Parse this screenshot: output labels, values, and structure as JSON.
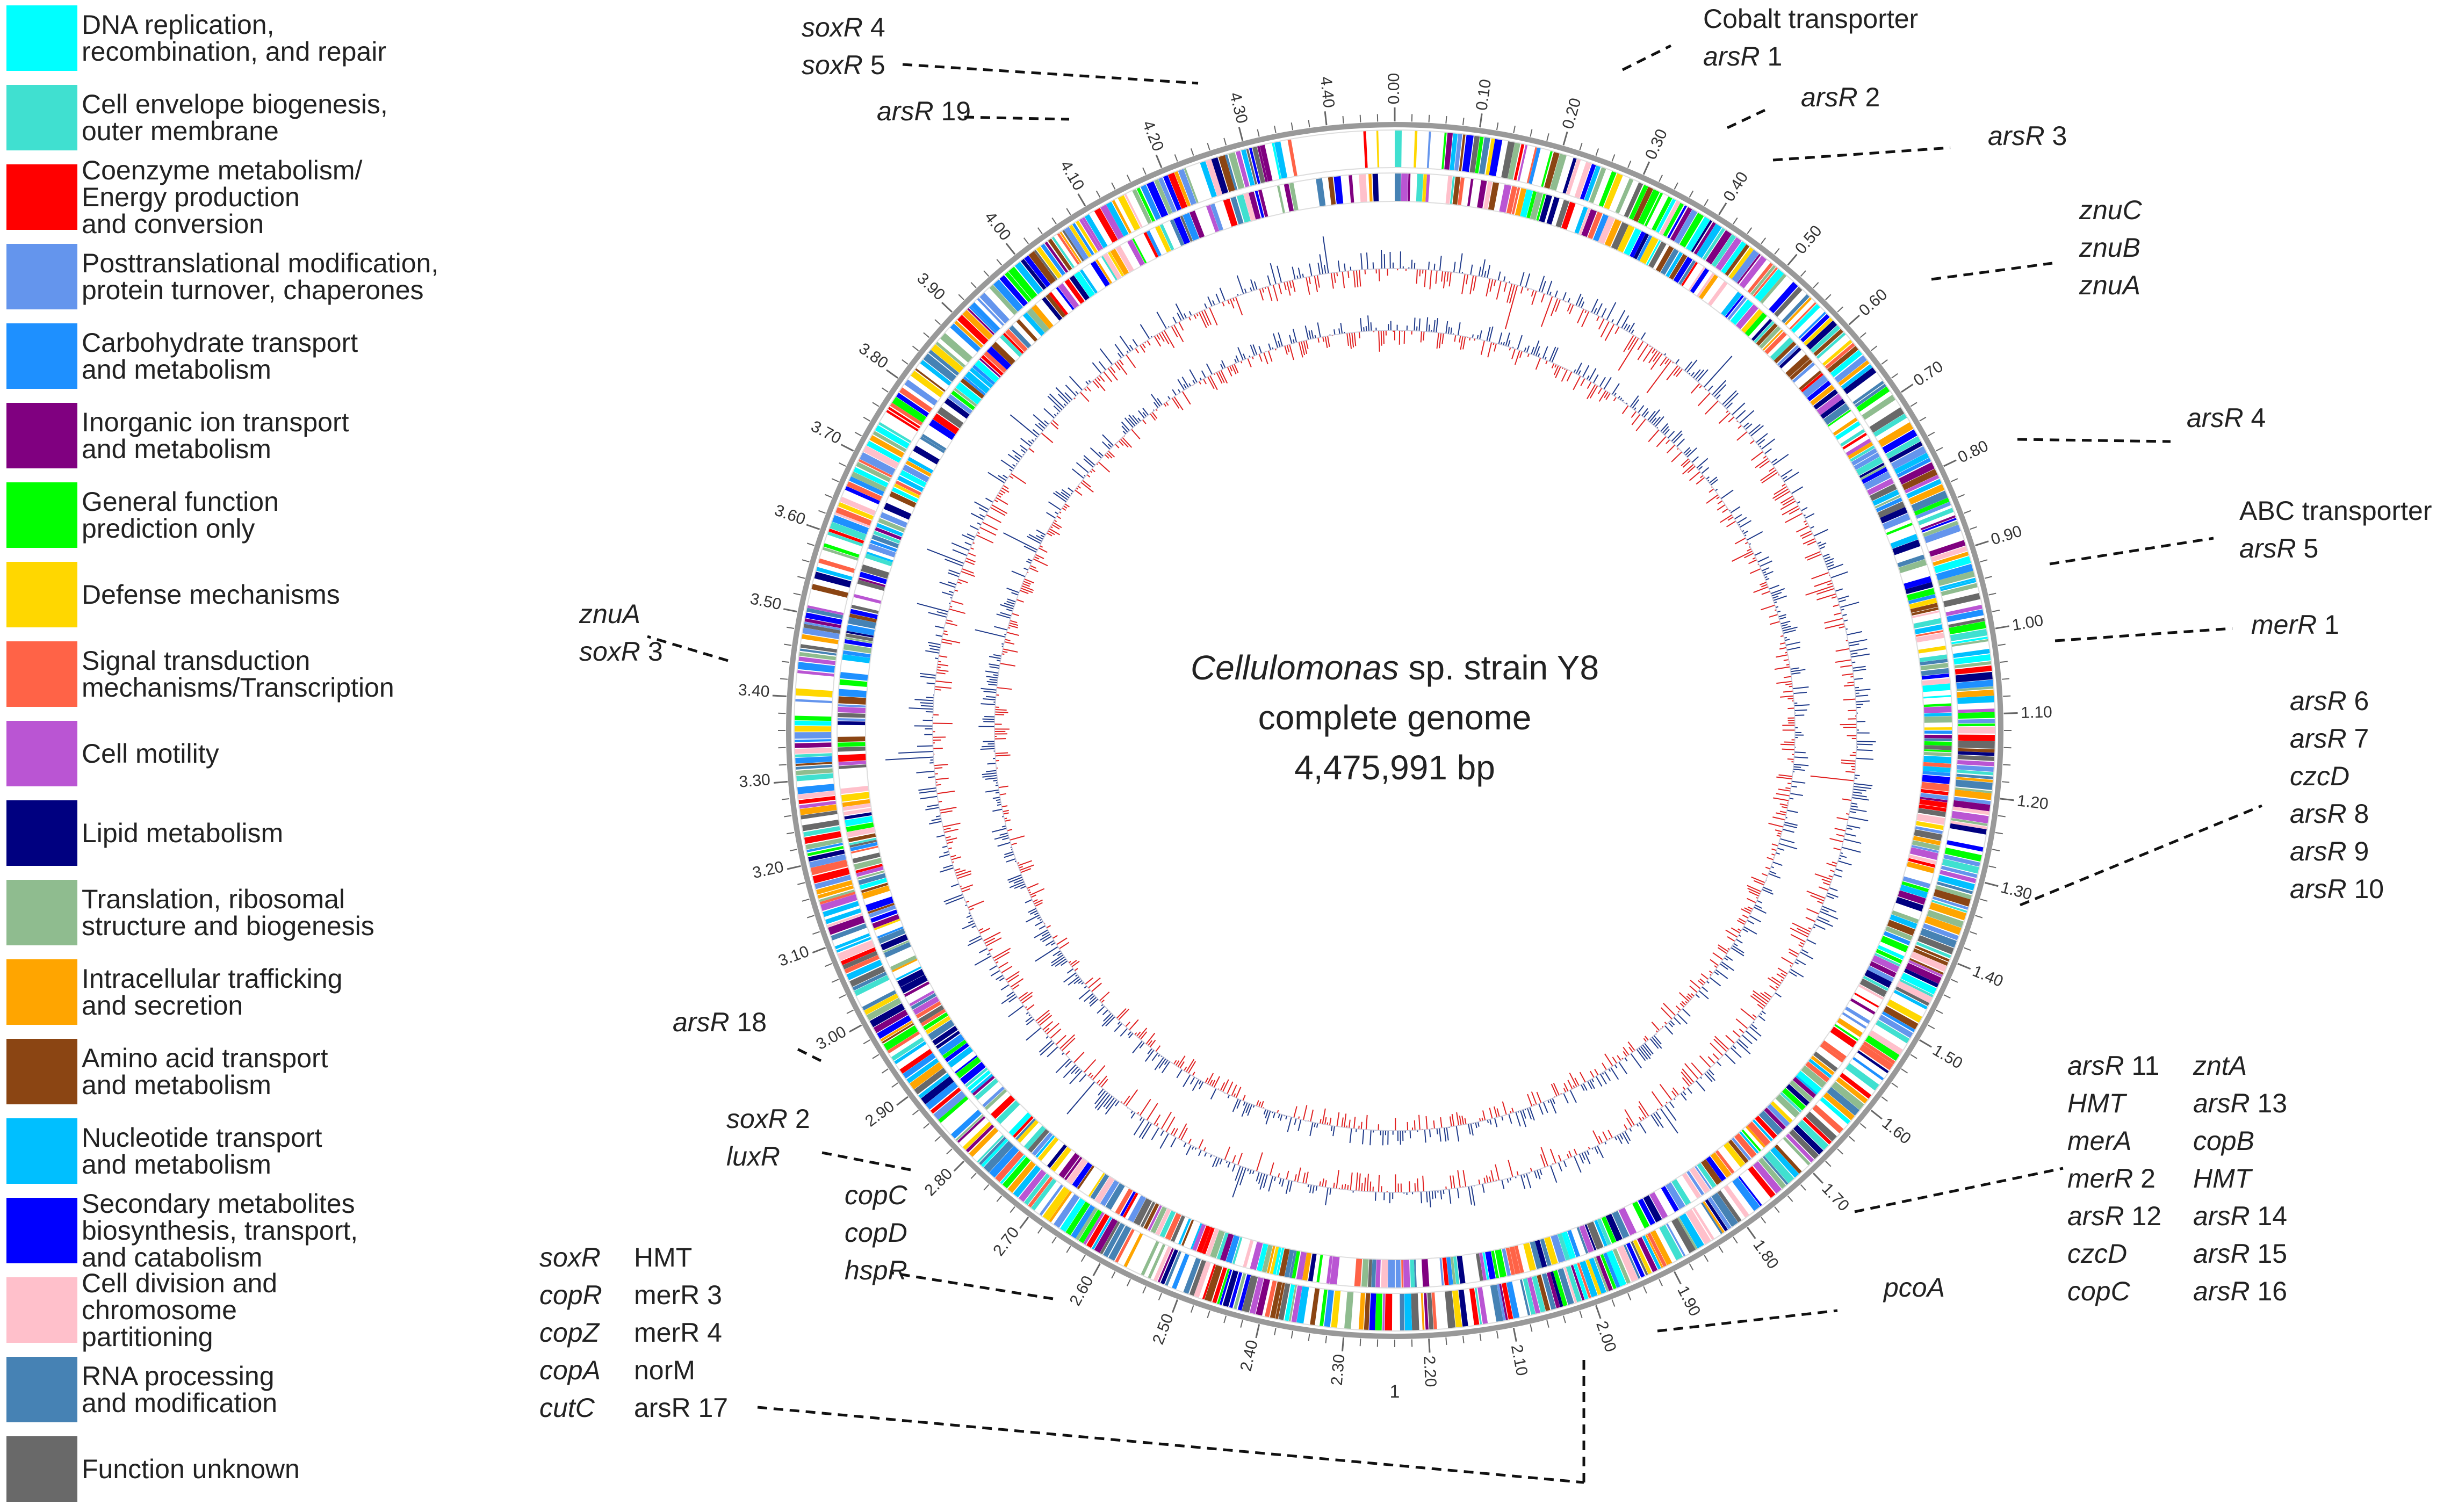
{
  "legend": [
    {
      "label": [
        "DNA replication,",
        "recombination, and repair"
      ],
      "color": "#00FFFF"
    },
    {
      "label": [
        "Cell envelope biogenesis,",
        "outer membrane"
      ],
      "color": "#40E0D0"
    },
    {
      "label": [
        "Coenzyme metabolism/",
        "Energy production",
        "and conversion"
      ],
      "color": "#FF0000"
    },
    {
      "label": [
        "Posttranslational modification,",
        "protein turnover, chaperones"
      ],
      "color": "#6495ED"
    },
    {
      "label": [
        "Carbohydrate transport",
        "and metabolism"
      ],
      "color": "#1E90FF"
    },
    {
      "label": [
        "Inorganic ion transport",
        "and metabolism"
      ],
      "color": "#800080"
    },
    {
      "label": [
        "General function",
        "prediction only"
      ],
      "color": "#00FF00"
    },
    {
      "label": [
        "Defense mechanisms"
      ],
      "color": "#FFD700"
    },
    {
      "label": [
        "Signal transduction",
        "mechanisms/Transcription"
      ],
      "color": "#FF6347"
    },
    {
      "label": [
        "Cell motility"
      ],
      "color": "#BA55D3"
    },
    {
      "label": [
        "Lipid metabolism"
      ],
      "color": "#000080"
    },
    {
      "label": [
        "Translation, ribosomal",
        "structure and biogenesis"
      ],
      "color": "#8FBC8F"
    },
    {
      "label": [
        "Intracellular trafficking",
        "and secretion"
      ],
      "color": "#FFA500"
    },
    {
      "label": [
        "Amino acid transport",
        "and metabolism"
      ],
      "color": "#8B4513"
    },
    {
      "label": [
        "Nucleotide transport",
        "and metabolism"
      ],
      "color": "#00BFFF"
    },
    {
      "label": [
        "Secondary metabolites",
        "biosynthesis, transport,",
        "and catabolism"
      ],
      "color": "#0000FF"
    },
    {
      "label": [
        "Cell division and",
        "chromosome",
        "partitioning"
      ],
      "color": "#FFC0CB"
    },
    {
      "label": [
        "RNA processing",
        "and modification"
      ],
      "color": "#4682B4"
    },
    {
      "label": [
        "Function unknown"
      ],
      "color": "#696969"
    }
  ],
  "center": {
    "line1_italic": "Cellulomonas",
    "line1_rest": " sp. strain Y8",
    "line2": "complete genome",
    "line3": "4,475,991 bp"
  },
  "ticks": [
    "0.00",
    "0.10",
    "0.20",
    "0.30",
    "0.40",
    "0.50",
    "0.60",
    "0.70",
    "0.80",
    "0.90",
    "1.00",
    "1.10",
    "1.20",
    "1.30",
    "1.40",
    "1.50",
    "1.60",
    "1.70",
    "1.80",
    "1.90",
    "2.00",
    "2.10",
    "2.20",
    "2.30",
    "2.40",
    "2.50",
    "2.60",
    "2.70",
    "2.80",
    "2.90",
    "3.00",
    "3.10",
    "3.20",
    "3.30",
    "3.40",
    "3.50",
    "3.60",
    "3.70",
    "3.80",
    "3.90",
    "4.00",
    "4.10",
    "4.20",
    "4.30",
    "4.40"
  ],
  "bottom_tick": "1",
  "annotations": [
    {
      "id": "a1",
      "lines": [
        {
          "t": "soxR",
          "i": true,
          "s": " 4"
        },
        {
          "t": "soxR",
          "i": true,
          "s": " 5"
        }
      ]
    },
    {
      "id": "a2",
      "lines": [
        {
          "t": "arsR",
          "i": true,
          "s": " 19"
        }
      ]
    },
    {
      "id": "a3",
      "lines": [
        {
          "t": "Cobalt transporter",
          "i": false,
          "s": ""
        },
        {
          "t": "arsR",
          "i": true,
          "s": " 1"
        }
      ]
    },
    {
      "id": "a4",
      "lines": [
        {
          "t": "arsR",
          "i": true,
          "s": " 2"
        }
      ]
    },
    {
      "id": "a5",
      "lines": [
        {
          "t": "arsR",
          "i": true,
          "s": " 3"
        }
      ]
    },
    {
      "id": "a6",
      "lines": [
        {
          "t": "znuC",
          "i": true,
          "s": ""
        },
        {
          "t": "znuB",
          "i": true,
          "s": ""
        },
        {
          "t": "znuA",
          "i": true,
          "s": ""
        }
      ]
    },
    {
      "id": "a7",
      "lines": [
        {
          "t": "arsR",
          "i": true,
          "s": " 4"
        }
      ]
    },
    {
      "id": "a8",
      "lines": [
        {
          "t": "ABC transporter",
          "i": false,
          "s": ""
        },
        {
          "t": "arsR",
          "i": true,
          "s": " 5"
        }
      ]
    },
    {
      "id": "a9",
      "lines": [
        {
          "t": "merR",
          "i": true,
          "s": " 1"
        }
      ]
    },
    {
      "id": "a10",
      "lines": [
        {
          "t": "arsR",
          "i": true,
          "s": " 6"
        },
        {
          "t": "arsR",
          "i": true,
          "s": " 7"
        },
        {
          "t": "czcD",
          "i": true,
          "s": ""
        },
        {
          "t": "arsR",
          "i": true,
          "s": " 8"
        },
        {
          "t": "arsR",
          "i": true,
          "s": " 9"
        },
        {
          "t": "arsR",
          "i": true,
          "s": " 10"
        }
      ]
    },
    {
      "id": "a11a",
      "lines": [
        {
          "t": "arsR",
          "i": true,
          "s": " 11"
        },
        {
          "t": "HMT",
          "i": true,
          "s": ""
        },
        {
          "t": "merA",
          "i": true,
          "s": ""
        },
        {
          "t": "merR",
          "i": true,
          "s": " 2"
        },
        {
          "t": "arsR",
          "i": true,
          "s": " 12"
        },
        {
          "t": "czcD",
          "i": true,
          "s": ""
        },
        {
          "t": "copC",
          "i": true,
          "s": ""
        }
      ]
    },
    {
      "id": "a11b",
      "lines": [
        {
          "t": "zntA",
          "i": true,
          "s": ""
        },
        {
          "t": "arsR",
          "i": true,
          "s": " 13"
        },
        {
          "t": "copB",
          "i": true,
          "s": ""
        },
        {
          "t": "HMT",
          "i": true,
          "s": ""
        },
        {
          "t": "arsR",
          "i": true,
          "s": " 14"
        },
        {
          "t": "arsR",
          "i": true,
          "s": " 15"
        },
        {
          "t": "arsR",
          "i": true,
          "s": " 16"
        }
      ]
    },
    {
      "id": "a12",
      "lines": [
        {
          "t": "pcoA",
          "i": true,
          "s": ""
        }
      ]
    },
    {
      "id": "a13a",
      "lines": [
        {
          "t": "soxR",
          "i": true,
          "s": ""
        },
        {
          "t": "copR",
          "i": true,
          "s": ""
        },
        {
          "t": "copZ",
          "i": true,
          "s": ""
        },
        {
          "t": "copA",
          "i": true,
          "s": ""
        },
        {
          "t": "cutC",
          "i": true,
          "s": ""
        }
      ]
    },
    {
      "id": "a13b",
      "lines": [
        {
          "t": "HMT",
          "i": false,
          "s": ""
        },
        {
          "t": "merR 3",
          "i": false,
          "s": ""
        },
        {
          "t": "merR 4",
          "i": false,
          "s": ""
        },
        {
          "t": "norM",
          "i": false,
          "s": ""
        },
        {
          "t": "arsR 17",
          "i": false,
          "s": ""
        }
      ]
    },
    {
      "id": "a14",
      "lines": [
        {
          "t": "copC",
          "i": true,
          "s": ""
        },
        {
          "t": "copD",
          "i": true,
          "s": ""
        },
        {
          "t": "hspR",
          "i": true,
          "s": ""
        }
      ]
    },
    {
      "id": "a15",
      "lines": [
        {
          "t": "soxR",
          "i": true,
          "s": " 2"
        },
        {
          "t": "luxR",
          "i": true,
          "s": ""
        }
      ]
    },
    {
      "id": "a16",
      "lines": [
        {
          "t": "arsR",
          "i": true,
          "s": " 18"
        }
      ]
    },
    {
      "id": "a17",
      "lines": [
        {
          "t": "znuA",
          "i": true,
          "s": ""
        },
        {
          "t": "soxR",
          "i": true,
          "s": " 3"
        }
      ]
    }
  ]
}
